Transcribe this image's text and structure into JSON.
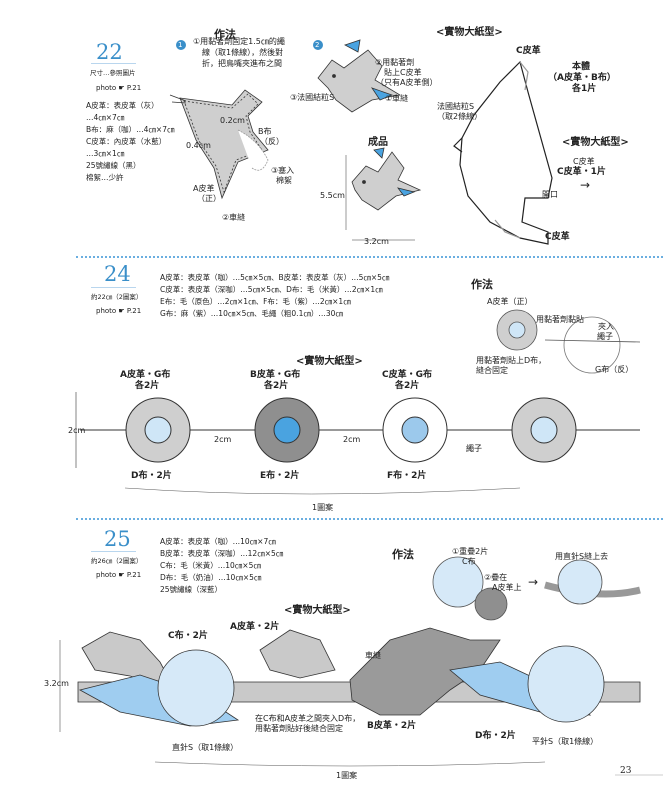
{
  "page_number": "23",
  "colors": {
    "accent": "#3a8fc9",
    "dot": "#6aaee0",
    "gray": "#c9c9c9",
    "darkgray": "#8f8f8f",
    "lightblue": "#cfe6f7",
    "blue": "#4aa3e0"
  },
  "s22": {
    "number": "22",
    "size": "尺寸…參照圖片",
    "photo": "photo ☛ P.21",
    "materials": [
      "A皮革：表皮革（灰）",
      "…4㎝×7㎝",
      "B布：麻（咖）…4㎝×7㎝",
      "C皮革：內皮革（水藍）",
      "…3㎝×1㎝",
      "25號繡線（黑）",
      "棉絮…少許"
    ],
    "method_title": "作法",
    "step1_badge": "1",
    "step1_text": [
      "①用黏著劑固定1.5㎝的繩",
      "線（取1條線），然後對",
      "折，把鳥嘴夾進布之間"
    ],
    "step1_labels": {
      "top": "0.2cm",
      "left": "0.4cm",
      "b": "B布",
      "b2": "（反）",
      "stuff": "③塞入",
      "stuff2": "棉絮",
      "a": "A皮革",
      "a2": "（正）",
      "sew": "②車縫"
    },
    "step2_badge": "2",
    "step2_labels": {
      "glue1": "②用黏著劑",
      "glue2": "貼上C皮革",
      "glue3": "（只有A皮革側）",
      "knot": "③法國結粒S",
      "sew": "①車縫"
    },
    "finished_title": "成品",
    "finished_h": "5.5cm",
    "finished_w": "3.2cm",
    "pattern_title": "<實物大紙型>",
    "pattern2_title": "<實物大紙型>",
    "pattern_labels": {
      "c_top": "C皮革",
      "body": "本體",
      "body2": "（A皮革・B布）",
      "body3": "各1片",
      "knot": "法國結粒S",
      "knot2": "（取2條線）",
      "c_right": "C皮革",
      "c_right2": "C皮革・1片",
      "opening": "開口",
      "c_bottom": "C皮革"
    }
  },
  "s24": {
    "number": "24",
    "size": "約22㎝（2圖案）",
    "photo": "photo ☛ P.21",
    "materials": [
      "A皮革：表皮革（咖）…5㎝×5㎝、B皮革：表皮革（灰）…5㎝×5㎝",
      "C皮革：表皮革（深咖）…5㎝×5㎝、D布：毛（米黃）…2㎝×1㎝",
      "E布：毛（原色）…2㎝×1㎝、F布：毛（紫）…2㎝×1㎝",
      "G布：麻（紫）…10㎝×5㎝、毛繩（粗0.1㎝）…30㎝"
    ],
    "method_title": "作法",
    "method_labels": {
      "a": "A皮革（正）",
      "glue": "用黏著劑黏貼",
      "cord": "夾入",
      "cord2": "繩子",
      "d": "用黏著劑貼上D布，",
      "d2": "縫合固定",
      "g": "G布（反）"
    },
    "pattern_title": "<實物大紙型>",
    "circle_labels": [
      [
        "A皮革・G布",
        "各2片"
      ],
      [
        "B皮革・G布",
        "各2片"
      ],
      [
        "C皮革・G布",
        "各2片"
      ]
    ],
    "bottom_labels": [
      "D布・2片",
      "E布・2片",
      "F布・2片"
    ],
    "dim_h": "2cm",
    "gap1": "2cm",
    "gap2": "2cm",
    "cord": "繩子",
    "unit": "1圖案"
  },
  "s25": {
    "number": "25",
    "size": "約26㎝（2圖案）",
    "photo": "photo ☛ P.21",
    "materials": [
      "A皮革：表皮革（咖）…10㎝×7㎝",
      "B皮革：表皮革（深咖）…12㎝×5㎝",
      "C布：毛（米黃）…10㎝×5㎝",
      "D布：毛（奶油）…10㎝×5㎝",
      "25號繡線（深藍）"
    ],
    "method_title": "作法",
    "method_labels": {
      "stack": "①重疊2片",
      "stack2": "C布",
      "fold": "②疊在",
      "fold2": "A皮革上",
      "straight": "用直針S縫上去"
    },
    "pattern_title": "<實物大紙型>",
    "labels": {
      "c": "C布・2片",
      "a": "A皮革・2片",
      "sew": "車縫",
      "dim": "3.2cm",
      "inside": "在C布和A皮革之間夾入D布，",
      "inside2": "用黏著劑貼好後縫合固定",
      "b": "B皮革・2片",
      "d": "D布・2片",
      "stitch1": "直針S（取1條線）",
      "stitch2": "平針S（取1條線）",
      "unit": "1圖案"
    }
  }
}
